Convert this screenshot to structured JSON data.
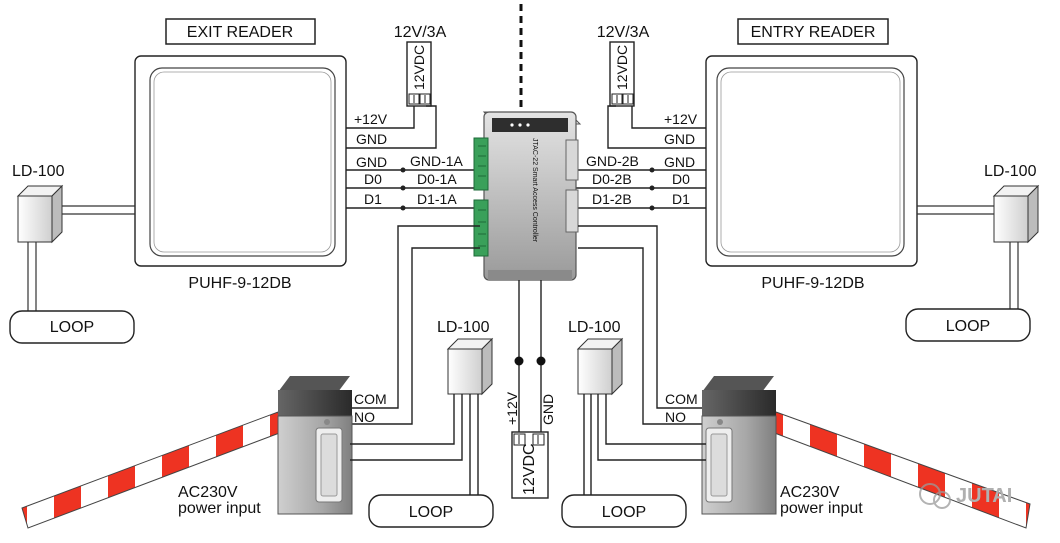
{
  "readers": {
    "exit_title": "EXIT READER",
    "entry_title": "ENTRY READER",
    "model_left": "PUHF-9-12DB",
    "model_right": "PUHF-9-12DB"
  },
  "power": {
    "rating_left": "12V/3A",
    "rating_right": "12V/3A",
    "vdc_left": "12VDC",
    "vdc_right": "12VDC",
    "vdc_bottom": "12VDC",
    "bottom_plus": "+12V",
    "bottom_gnd": "GND"
  },
  "controller": {
    "name": "JTAC-22 Smart Access Controller",
    "pins_left": [
      "GND-1A",
      "D0-1A",
      "D1-1A"
    ],
    "pins_right": [
      "GND-2B",
      "D0-2B",
      "D1-2B"
    ]
  },
  "reader_wires": {
    "left": [
      "+12V",
      "GND",
      "GND",
      "D0",
      "D1"
    ],
    "right": [
      "+12V",
      "GND",
      "GND",
      "D0",
      "D1"
    ]
  },
  "detectors": {
    "far_left": "LD-100",
    "far_right": "LD-100",
    "mid_left": "LD-100",
    "mid_right": "LD-100"
  },
  "loops": {
    "far_left": "LOOP",
    "far_right": "LOOP",
    "mid_left": "LOOP",
    "mid_right": "LOOP"
  },
  "barriers": {
    "left": {
      "com": "COM",
      "no": "NO",
      "power_line1": "AC230V",
      "power_line2": "power input"
    },
    "right": {
      "com": "COM",
      "no": "NO",
      "power_line1": "AC230V",
      "power_line2": "power input"
    }
  },
  "watermark": "JUTAI",
  "colors": {
    "boom_red": "#ee3322",
    "terminal_green": "#3aa05a",
    "controller_body": "#c9c9c9",
    "wire": "#222222"
  }
}
